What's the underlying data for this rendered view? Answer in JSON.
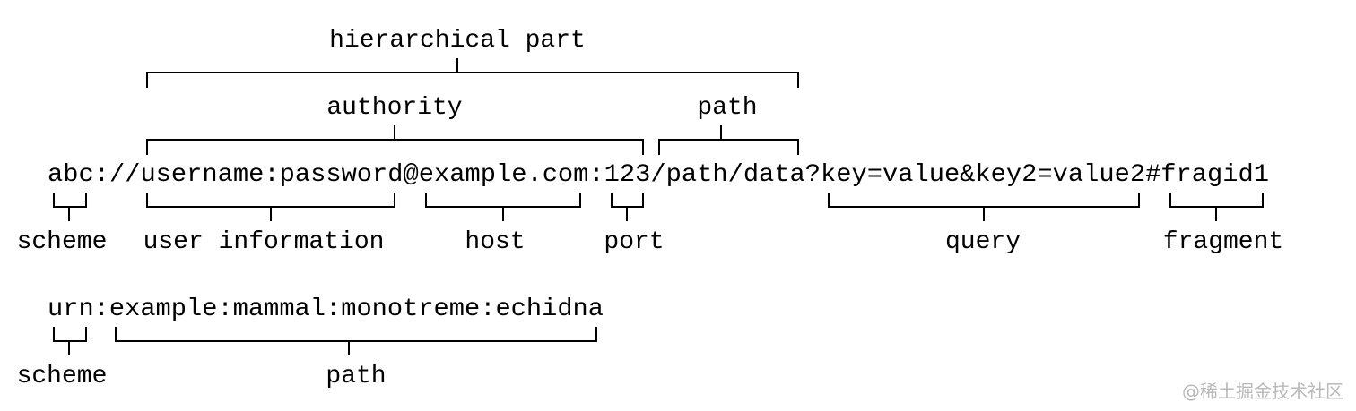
{
  "uri_example": {
    "text": "abc://username:password@example.com:123/path/data?key=value&key2=value2#fragid1",
    "labels": {
      "hierarchical_part": "hierarchical part",
      "authority": "authority",
      "path": "path",
      "scheme": "scheme",
      "user_information": "user information",
      "host": "host",
      "port": "port",
      "query": "query",
      "fragment": "fragment"
    }
  },
  "urn_example": {
    "text": "urn:example:mammal:monotreme:echidna",
    "labels": {
      "scheme": "scheme",
      "path": "path"
    }
  },
  "watermark": "@稀土掘金技术社区"
}
